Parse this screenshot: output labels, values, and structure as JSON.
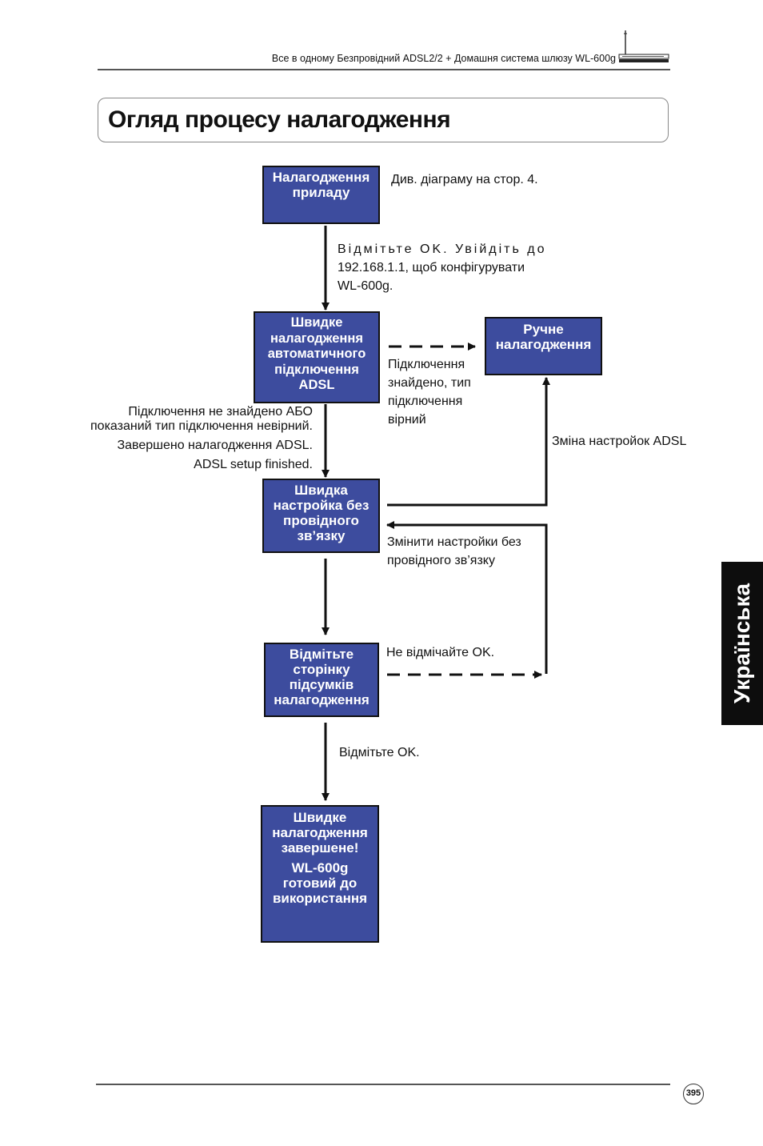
{
  "header": {
    "running_title": "Все в одному Безпровідний ADSL2/2 + Домашня система шлюзу WL-600g"
  },
  "page_title": "Огляд процесу налагодження",
  "boxes": {
    "device_setup": [
      "Налагодження",
      "приладу"
    ],
    "quick_adsl": [
      "Швидке",
      "налагодження",
      "автоматичного",
      "підключення",
      "ADSL"
    ],
    "manual_setup": [
      "Ручне",
      "налагодження"
    ],
    "wireless_setup": [
      "Швидка",
      "настройка без",
      "провідного",
      "зв’язку"
    ],
    "summary": [
      "Відмітьте",
      "сторінку",
      "підсумків",
      "налагодження"
    ],
    "finished": [
      "Швидке",
      "налагодження",
      "завершене!",
      "WL-600g",
      "готовий до",
      "використання"
    ]
  },
  "notes": {
    "see_diagram": "Див. діаграму на стор. 4.",
    "click_ok_login": [
      "Відмітьте OK. Увійдіть до",
      "192.168.1.1, щоб конфігурувати",
      "WL-600g."
    ],
    "connection_found": [
      "Підключення",
      "знайдено, тип",
      "підключення",
      "вірний"
    ],
    "not_found": [
      "Підключення не знайдено АБО",
      "показаний тип підключення невірний."
    ],
    "adsl_done_ua": "Завершено налагодження ADSL.",
    "adsl_done_en": "ADSL setup finished.",
    "change_adsl": "Зміна настройок ADSL",
    "change_wireless": [
      "Змінити настройки без",
      "провідного зв’язку"
    ],
    "dont_click_ok": "Не відмічайте OK.",
    "click_ok": "Відмітьте OK."
  },
  "side_tab": "Українська",
  "page_number": "395",
  "colors": {
    "box_fill": "#3d4c9e",
    "box_text": "#ffffff",
    "side_tab": "#0d0d0d"
  }
}
